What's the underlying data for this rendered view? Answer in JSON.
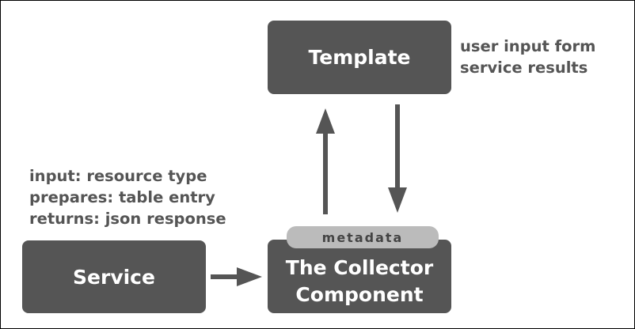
{
  "boxes": {
    "template": "Template",
    "service": "Service",
    "collector_line1": "The Collector",
    "collector_line2": "Component"
  },
  "pill": {
    "label": "metadata"
  },
  "notes": {
    "template": [
      "user input form",
      "service results"
    ],
    "service": [
      "input: resource type",
      "prepares: table entry",
      "returns: json response"
    ]
  },
  "colors": {
    "box": "#555555",
    "pill": "#bbbbbb",
    "text_dark": "#555555",
    "arrow": "#555555"
  }
}
